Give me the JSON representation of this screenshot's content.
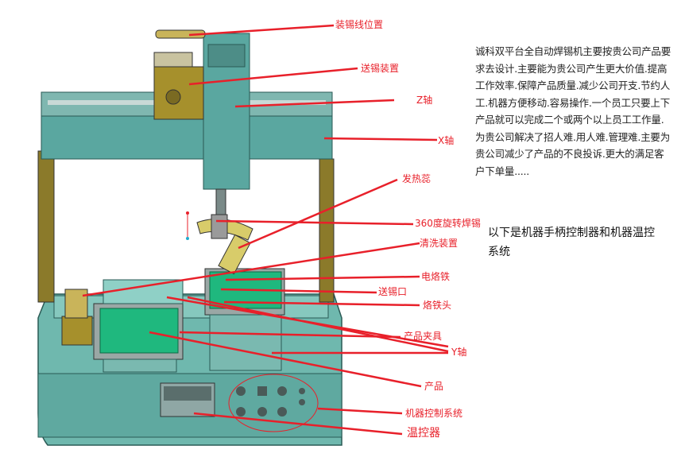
{
  "callouts": {
    "feed_wire_position": "装锡线位置",
    "tin_feeder": "送锡装置",
    "z_axis": "Z轴",
    "x_axis": "X轴",
    "heating_core": "发热蕊",
    "rotary_360": "360度旋转焊锡",
    "cleaning_device": "清洗装置",
    "soldering_iron": "电烙铁",
    "tin_feed_port": "送锡口",
    "iron_tip": "烙铁头",
    "product_fixture": "产品夹具",
    "y_axis": "Y轴",
    "product": "产品",
    "machine_control": "机器控制系统",
    "temp_controller": "温控器"
  },
  "description": "诚科双平台全自动焊锡机主要按贵公司产品要求去设计.主要能为贵公司产生更大价值.提高工作效率.保障产品质量.减少公司开支.节约人工.机器方便移动.容易操作.一个员工只要上下产品就可以完成二个或两个以上员工工作量.为贵公司解决了招人难.用人难.管理难.主要为贵公司减少了产品的不良投诉.更大的满足客户下单量.....",
  "subtitle": "以下是机器手柄控制器和机器温控系统",
  "colors": {
    "callout_red": "#e8202a",
    "machine_teal": "#5aa7a0",
    "frame_olive": "#8b7a2a",
    "fixture_green": "#1fb87e"
  }
}
